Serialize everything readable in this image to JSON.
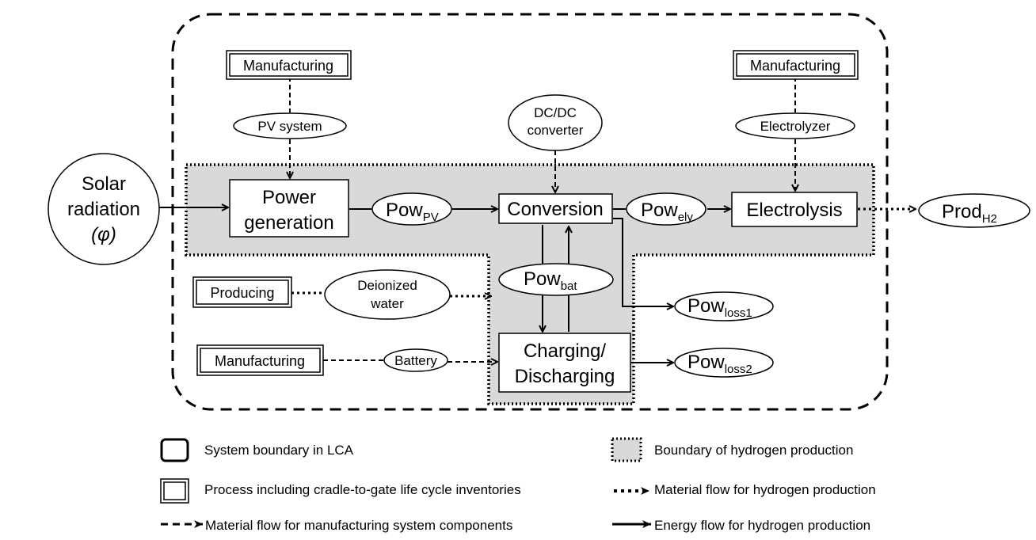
{
  "nodes": {
    "solar_radiation": [
      "Solar",
      "radiation",
      "(φ)"
    ],
    "manufacturing_pv": "Manufacturing",
    "pv_system": "PV system",
    "dcdc_converter": [
      "DC/DC",
      "converter"
    ],
    "manufacturing_ely": "Manufacturing",
    "electrolyzer": "Electrolyzer",
    "power_generation": [
      "Power",
      "generation"
    ],
    "pow_pv": {
      "base": "Pow",
      "sub": "PV"
    },
    "conversion": "Conversion",
    "pow_ely": {
      "base": "Pow",
      "sub": "ely"
    },
    "electrolysis": "Electrolysis",
    "prod_h2": {
      "base": "Prod",
      "sub": "H2"
    },
    "producing": "Producing",
    "deionized_water": [
      "Deionized",
      "water"
    ],
    "pow_bat": {
      "base": "Pow",
      "sub": "bat"
    },
    "pow_loss1": {
      "base": "Pow",
      "sub": "loss1"
    },
    "manufacturing_bat": "Manufacturing",
    "battery": "Battery",
    "charging": [
      "Charging/",
      "Discharging"
    ],
    "pow_loss2": {
      "base": "Pow",
      "sub": "loss2"
    }
  },
  "legend": {
    "system_boundary": "System boundary in LCA",
    "process_inventories": "Process including cradle-to-gate life cycle inventories",
    "material_flow_manufacturing": "Material flow for manufacturing system components",
    "hydrogen_boundary": "Boundary of hydrogen production",
    "material_flow_hydrogen": "Material flow for hydrogen production",
    "energy_flow_hydrogen": "Energy flow for hydrogen production"
  },
  "colors": {
    "line": "#000000",
    "boundary_fill": "#d9d9d9",
    "box_fill": "#ffffff"
  }
}
